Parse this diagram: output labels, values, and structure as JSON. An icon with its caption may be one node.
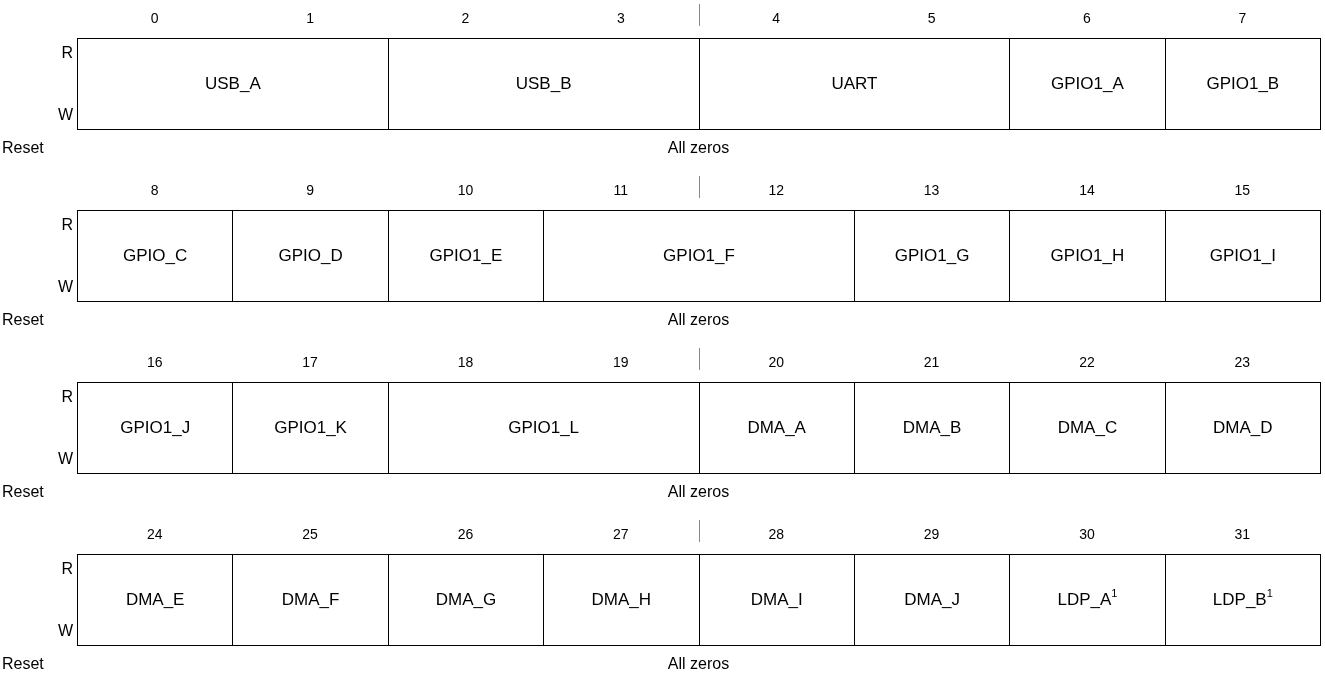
{
  "diagram": {
    "nodes": [
      {
        "text": [
          "USB_A"
        ]
      },
      {
        "text": [
          "USB_B"
        ]
      },
      {
        "text": [
          "UART"
        ]
      },
      {
        "text": [
          "GPIO1_A"
        ]
      },
      {
        "text": [
          "GPIO1_B"
        ]
      },
      {
        "text": [
          "GPIO_C"
        ]
      },
      {
        "text": [
          "GPIO_D"
        ]
      },
      {
        "text": [
          "GPIO1_E"
        ]
      },
      {
        "text": [
          "GPIO1_F"
        ]
      },
      {
        "text": [
          "GPIO1_G"
        ]
      },
      {
        "text": [
          "GPIO1_H"
        ]
      },
      {
        "text": [
          "GPIO1_I"
        ]
      },
      {
        "text": [
          "GPIO1_J"
        ]
      },
      {
        "text": [
          "GPIO1_K"
        ]
      },
      {
        "text": [
          "GPIO1_L"
        ]
      },
      {
        "text": [
          "DMA_A"
        ]
      },
      {
        "text": [
          "DMA_B"
        ]
      },
      {
        "text": [
          "DMA_C"
        ]
      },
      {
        "text": [
          "DMA_D"
        ]
      },
      {
        "text": [
          "DMA_E"
        ]
      },
      {
        "text": [
          "DMA_F"
        ]
      },
      {
        "text": [
          "DMA_G"
        ]
      },
      {
        "text": [
          "DMA_H"
        ]
      },
      {
        "text": [
          "DMA_I"
        ]
      },
      {
        "text": [
          "DMA_J"
        ]
      },
      {
        "text": [
          "LDP_A$^{1}$"
        ]
      },
      {
        "text": [
          "LDP_B$^{1}$"
        ]
      }
    ],
    "labels": [
      "0",
      "1",
      "2",
      "3",
      "4",
      "5",
      "6",
      "7",
      "R",
      "W",
      "Reset",
      "All zeros",
      "8",
      "9",
      "10",
      "11",
      "12",
      "13",
      "14",
      "15",
      "R",
      "W",
      "Reset",
      "All zeros",
      "16",
      "17",
      "18",
      "19",
      "20",
      "21",
      "22",
      "23",
      "R",
      "W",
      "Reset",
      "All zeros",
      "24",
      "25",
      "26",
      "27",
      "28",
      "29",
      "30",
      "31",
      "R",
      "W",
      "Reset",
      "All zeros"
    ]
  }
}
